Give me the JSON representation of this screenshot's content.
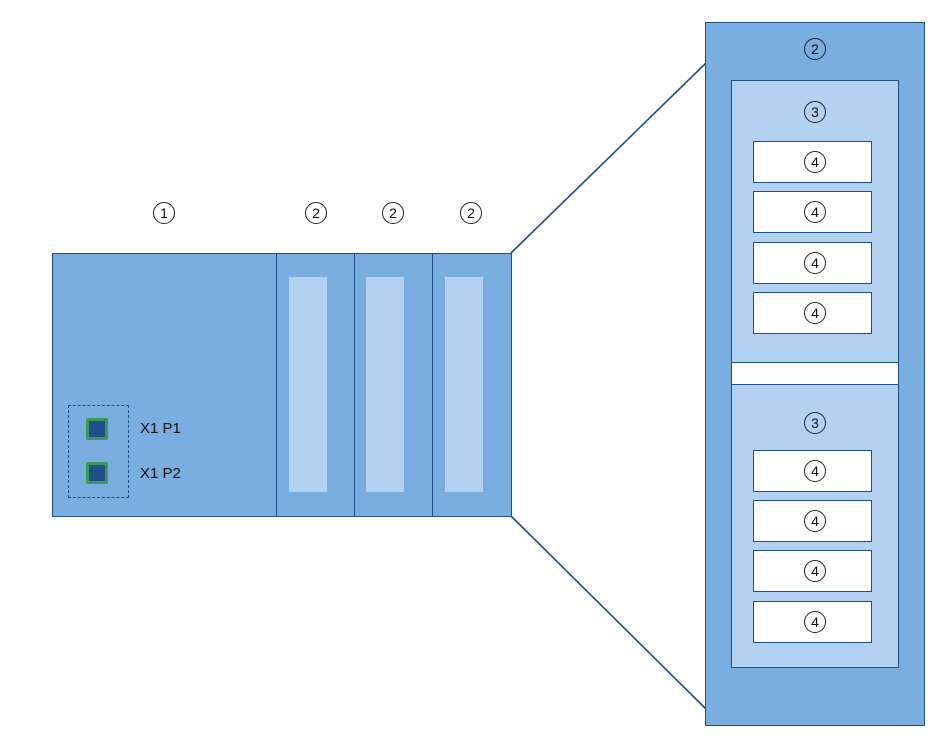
{
  "colors": {
    "module_fill": "#7aaee0",
    "submodule_area_fill": "#b3d1f0",
    "outline": "#1f4e8c",
    "port_border": "#3a9a54",
    "port_fill": "#1f4e8c"
  },
  "callouts": {
    "head": "1",
    "module": "2",
    "module_detail": "2",
    "submodule_slot": "3",
    "submodule": "4"
  },
  "ports": [
    {
      "label": "X1 P1",
      "icon": "ethernet-port-icon"
    },
    {
      "label": "X1 P2",
      "icon": "ethernet-port-icon"
    }
  ],
  "slots_in_module": [
    {
      "label": "3",
      "submodules": [
        "4",
        "4",
        "4",
        "4"
      ]
    },
    {
      "label": "3",
      "submodules": [
        "4",
        "4",
        "4",
        "4"
      ]
    }
  ]
}
